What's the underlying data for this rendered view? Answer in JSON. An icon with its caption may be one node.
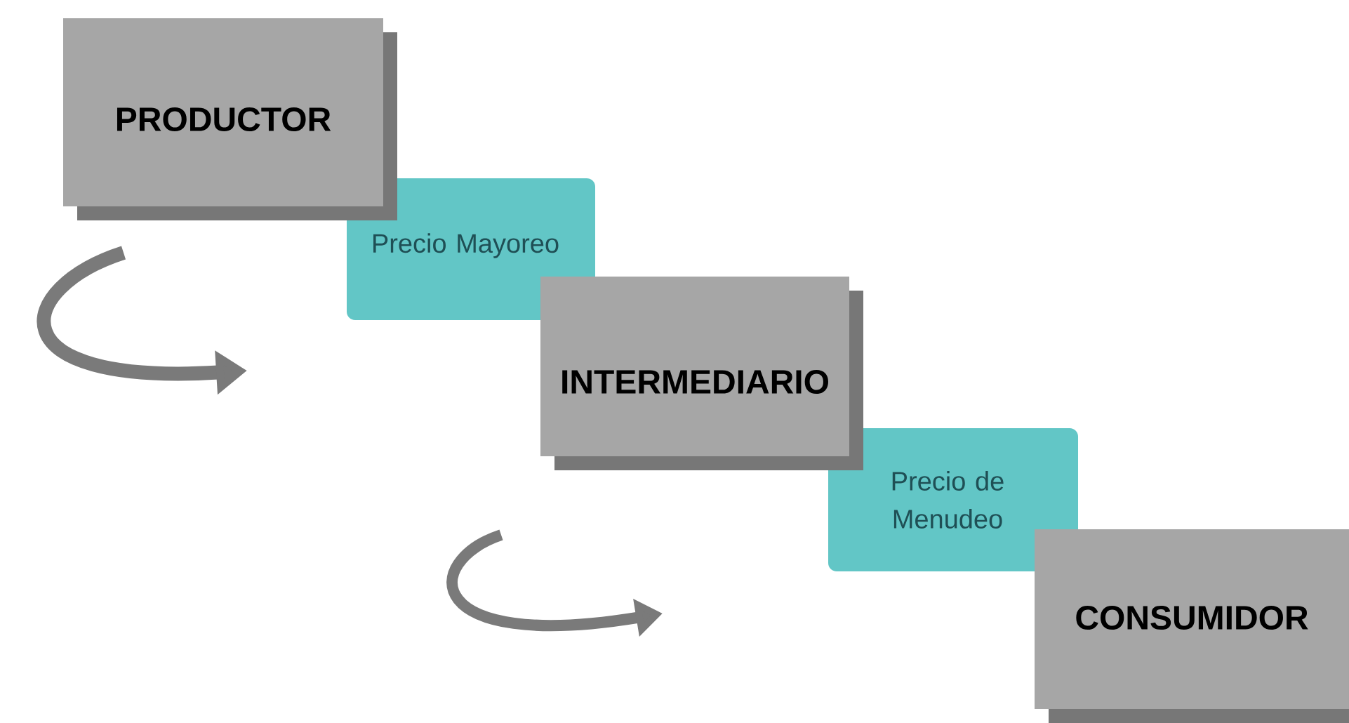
{
  "diagram": {
    "nodes": [
      {
        "text": [
          "PRODUCTOR"
        ]
      },
      {
        "text": [
          "Precio Mayoreo"
        ]
      },
      {
        "text": [
          "INTERMEDIARIO"
        ]
      },
      {
        "text": [
          "Precio de Menudeo"
        ]
      },
      {
        "text": [
          "CONSUMIDOR"
        ]
      }
    ]
  }
}
